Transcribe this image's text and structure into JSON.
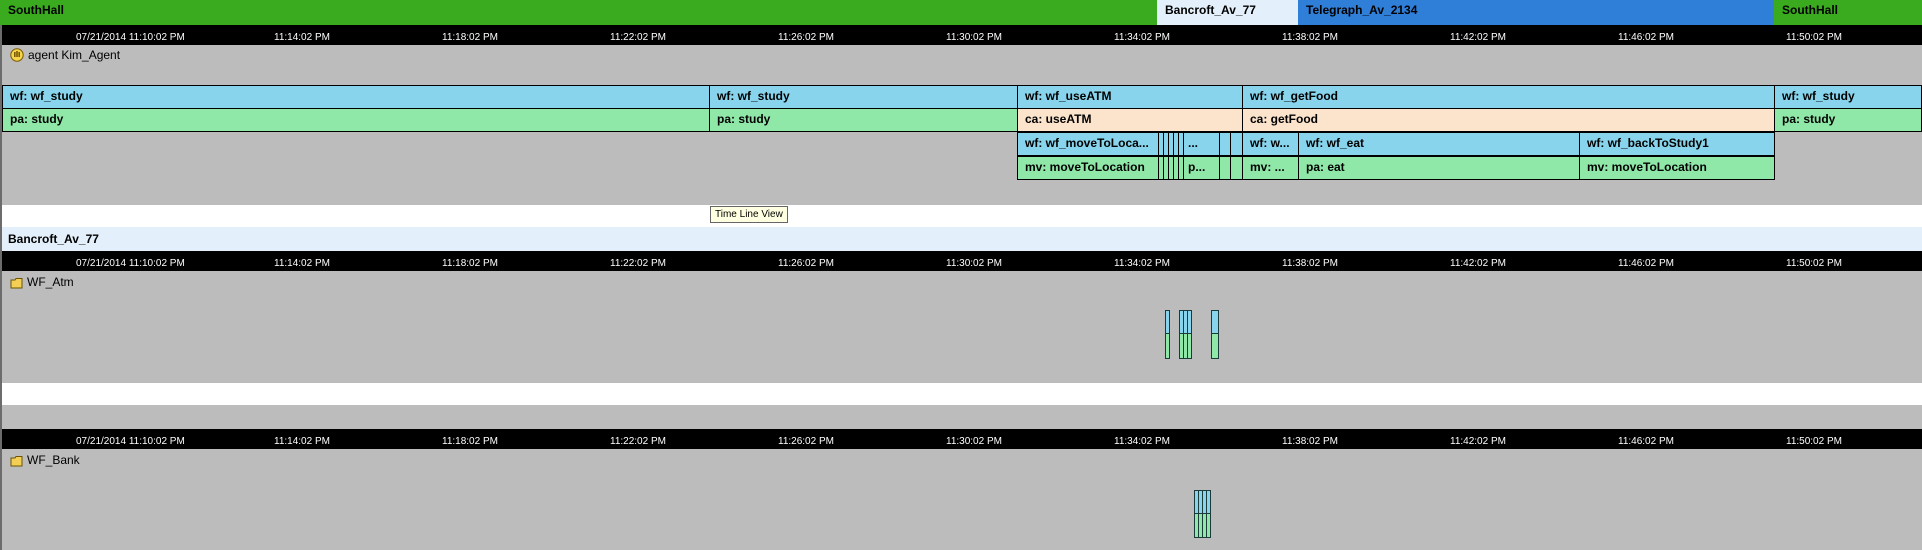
{
  "location_lane": [
    {
      "label": "SouthHall",
      "color": "#3aaa1f",
      "text_color": "#000000"
    },
    {
      "label": "Bancroft_Av_77",
      "color": "#e3f0fb",
      "text_color": "#000000"
    },
    {
      "label": "Telegraph_Av_2134",
      "color": "#2f7ed8",
      "text_color": "#000000"
    },
    {
      "label": "SouthHall",
      "color": "#3aaa1f",
      "text_color": "#000000"
    }
  ],
  "ruler_ticks": [
    "07/21/2014 11:10:02 PM",
    "11:14:02 PM",
    "11:18:02 PM",
    "11:22:02 PM",
    "11:26:02 PM",
    "11:30:02 PM",
    "11:34:02 PM",
    "11:38:02 PM",
    "11:42:02 PM",
    "11:46:02 PM",
    "11:50:02 PM"
  ],
  "agent": {
    "label": "agent Kim_Agent",
    "icon": "hand-icon"
  },
  "row1": [
    {
      "label": "wf: wf_study"
    },
    {
      "label": "wf: wf_study"
    },
    {
      "label": "wf: wf_useATM"
    },
    {
      "label": "wf: wf_getFood"
    },
    {
      "label": "wf: wf_study"
    }
  ],
  "row2": [
    {
      "label": "pa: study"
    },
    {
      "label": "pa: study"
    },
    {
      "label": "ca: useATM"
    },
    {
      "label": "ca: getFood"
    },
    {
      "label": "pa: study"
    }
  ],
  "row3": [
    {
      "label": "wf: wf_moveToLoca..."
    },
    {
      "label": "..."
    },
    {
      "label": "wf: w..."
    },
    {
      "label": "wf: wf_eat"
    },
    {
      "label": "wf: wf_backToStudy1"
    }
  ],
  "row4": [
    {
      "label": "mv: moveToLocation"
    },
    {
      "label": "p..."
    },
    {
      "label": "mv: ..."
    },
    {
      "label": "pa: eat"
    },
    {
      "label": "mv: moveToLocation"
    }
  ],
  "tooltip": "Time Line View",
  "section_title": "Bancroft_Av_77",
  "objects": [
    {
      "label": "WF_Atm",
      "icon": "folder-icon"
    },
    {
      "label": "WF_Bank",
      "icon": "folder-icon"
    }
  ],
  "colors": {
    "workframe": "#88d4ec",
    "activity": "#8fe8a8",
    "composite": "#fbe3cc",
    "background": "#bcbcbc"
  }
}
